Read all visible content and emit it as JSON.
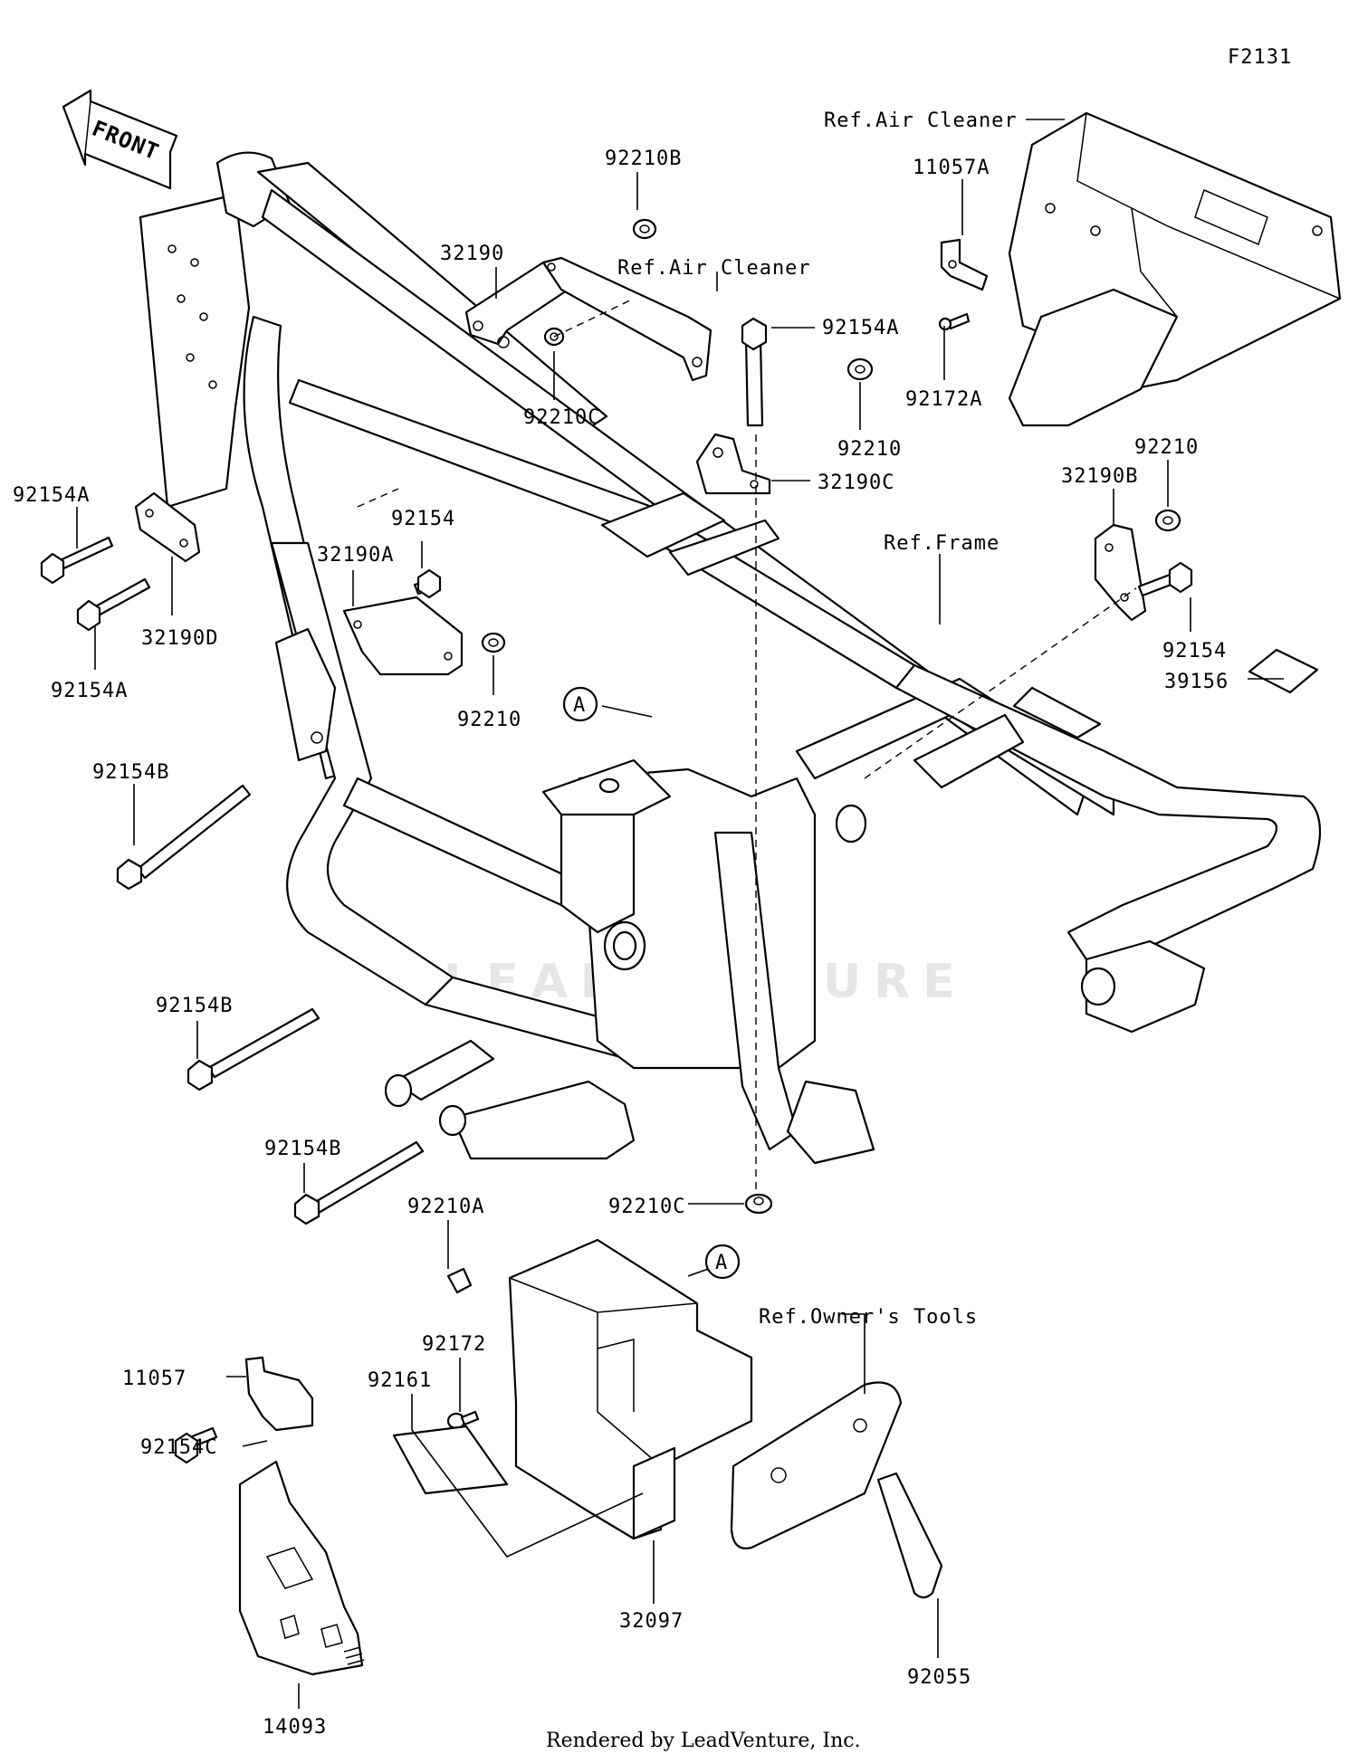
{
  "diagram_code": "F2131",
  "front_label": "FRONT",
  "watermark": "LEADVENTURE",
  "footer": "Rendered by LeadVenture, Inc.",
  "callout_a": "A",
  "labels": {
    "ref_air_cleaner_top": "Ref.Air Cleaner",
    "ref_air_cleaner_mid": "Ref.Air Cleaner",
    "p11057A": "11057A",
    "p92210B": "92210B",
    "p32190": "32190",
    "p92154A_top": "92154A",
    "p92172A": "92172A",
    "p92210C_top": "92210C",
    "p92210_mid": "92210",
    "p32190C": "32190C",
    "p92210_right": "92210",
    "p32190B": "32190B",
    "p92154A_left1": "92154A",
    "p92154A_left2": "92154A",
    "p32190D": "32190D",
    "p92154_mid": "92154",
    "p32190A": "32190A",
    "p92210_left": "92210",
    "ref_frame": "Ref.Frame",
    "p92154_right": "92154",
    "p39156": "39156",
    "p92154B_1": "92154B",
    "p92154B_2": "92154B",
    "p92154B_3": "92154B",
    "p92210C_bottom": "92210C",
    "p92210A": "92210A",
    "ref_owners_tools": "Ref.Owner's Tools",
    "p11057": "11057",
    "p92172": "92172",
    "p92161": "92161",
    "p92154C": "92154C",
    "p32097": "32097",
    "p92055": "92055",
    "p14093": "14093"
  }
}
